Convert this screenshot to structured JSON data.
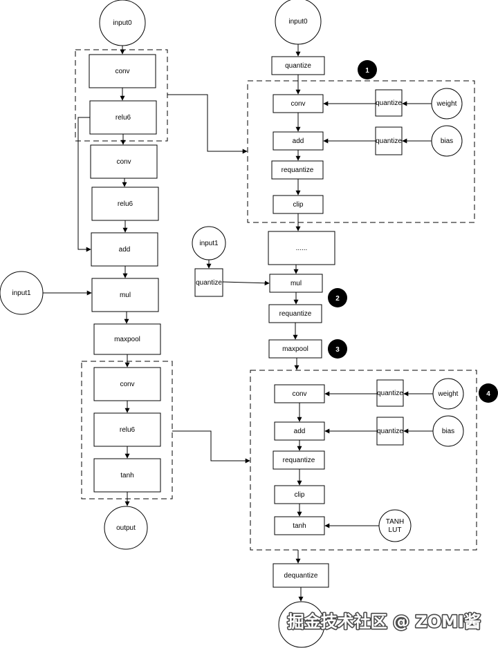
{
  "labels": {
    "input0": "input0",
    "input1": "input1",
    "conv": "conv",
    "relu6": "relu6",
    "add": "add",
    "mul": "mul",
    "maxpool": "maxpool",
    "tanh": "tanh",
    "output": "output",
    "quantize": "quantize",
    "requantize": "requantize",
    "dequantize": "dequantize",
    "clip": "clip",
    "weight": "weight",
    "bias": "bias",
    "ellipsis": "......",
    "tanh_lut_1": "TANH",
    "tanh_lut_2": "LUT"
  },
  "badges": [
    "1",
    "2",
    "3",
    "4"
  ],
  "watermark": "掘金技术社区 @ ZOMI酱",
  "colors": {
    "stroke": "#000000",
    "fill": "#ffffff",
    "badge": "#000000"
  }
}
